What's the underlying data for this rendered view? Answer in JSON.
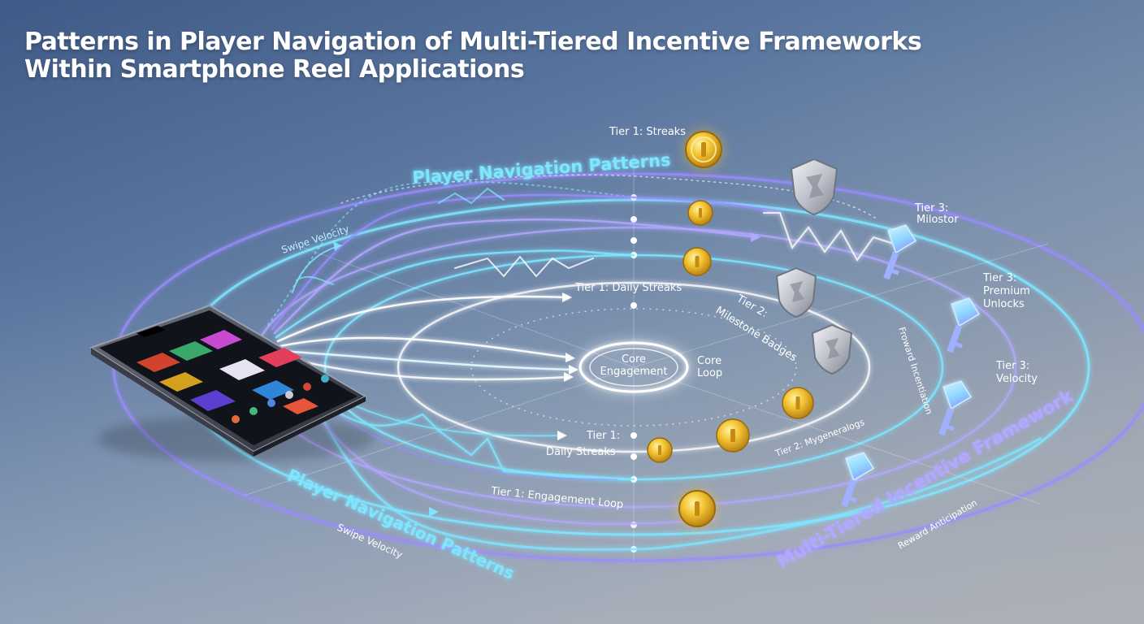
{
  "title": {
    "line1": "Patterns in Player Navigation of Multi-Tiered Incentive Frameworks",
    "line2": "Within Smartphone Reel Applications"
  },
  "labels": {
    "nav_patterns_top": "Player Navigation Patterns",
    "nav_patterns_bottom": "Player Navigation Patterns",
    "swipe_velocity_left": "Swipe Velocity",
    "swipe_velocity_bottom": "Swipe Velocity",
    "tier1_streaks": "Tier 1: Streaks",
    "tier1_daily_streaks_upper": "Tier 1: Daily Streaks",
    "tier1_lower": "Tier 1:",
    "daily_streaks_lower": "Daily Streaks",
    "tier1_engagement_loop": "Tier 1: Engagement Loop",
    "core_engagement_1": "Core",
    "core_engagement_2": "Engagement",
    "core_loop_1": "Core",
    "core_loop_2": "Loop",
    "tier2_milestone": "Tier 2:",
    "milestone_badges": "Milestone Badges",
    "tier2_lower": "Tier 2: Mygeneralogs",
    "forward_label": "Froward Incentiation",
    "tier3_milestor_1": "Tier 3:",
    "tier3_milestor_2": "Milostor",
    "tier3_premium_1": "Tier 3:",
    "tier3_premium_2": "Premium",
    "tier3_premium_3": "Unlocks",
    "tier3_velocity_1": "Tier 3:",
    "tier3_velocity_2": "Velocity",
    "framework": "Multi-Tiered Incentive Framework",
    "reward_anticipation": "Reward Anticipation"
  },
  "colors": {
    "cyan": "#7fe6ff",
    "violet": "#9a8cff",
    "gold": "#f2c230",
    "silver": "#c9ccd2",
    "diamond": "#8fd8ff"
  },
  "icons": {
    "tier1": "gold-coin-icon",
    "tier2": "shield-badge-icon",
    "tier3": "diamond-key-icon",
    "device": "smartphone"
  }
}
